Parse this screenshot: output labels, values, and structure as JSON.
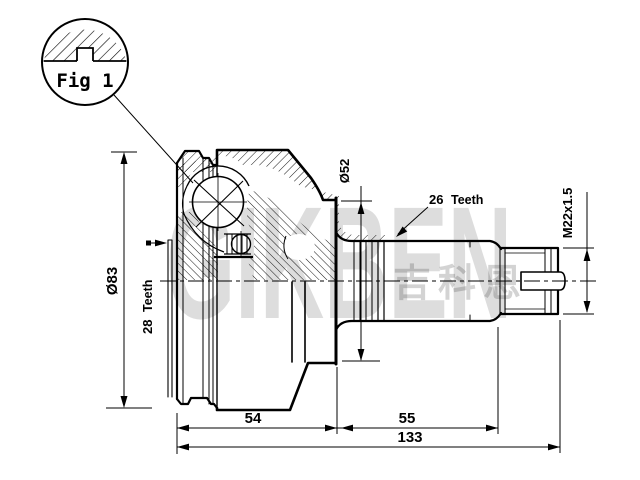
{
  "drawing": {
    "figure_label": "Fig 1",
    "dimensions": {
      "outer_diameter": "Ø83",
      "inner_spline_count": "28",
      "inner_spline_unit": "Teeth",
      "boot_seat_diameter": "Ø52",
      "shaft_spline_count": "26",
      "shaft_spline_unit": "Teeth",
      "thread_spec": "M22x1.5",
      "joint_length": "54",
      "shaft_length": "55",
      "total_length": "133"
    },
    "watermark": {
      "latin": "GIKBEN",
      "chinese": "吉科恩"
    },
    "colors": {
      "line": "#000000",
      "background": "#ffffff",
      "watermark_gray": "#dedede"
    }
  }
}
